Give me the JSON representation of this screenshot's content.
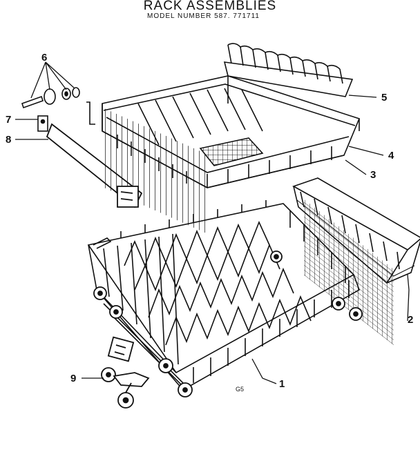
{
  "title": "RACK ASSEMBLIES",
  "subtitle": "MODEL NUMBER 587. 771711",
  "callouts": [
    "1",
    "2",
    "3",
    "4",
    "5",
    "6",
    "7",
    "8",
    "9"
  ],
  "figure_code": "G5",
  "colors": {
    "ink": "#111111",
    "paper": "#ffffff"
  }
}
